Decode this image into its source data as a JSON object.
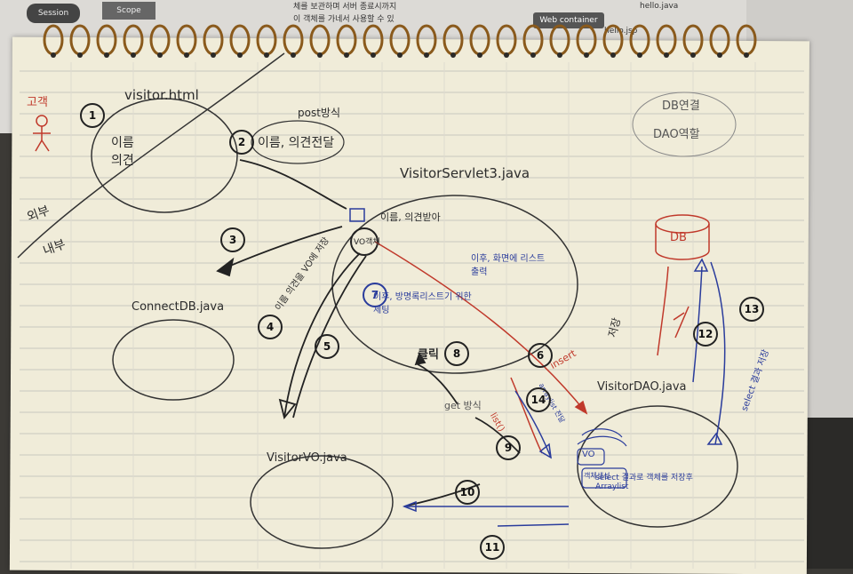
{
  "background_doc": {
    "line1": "체를 보관하며 서버 종료시까지",
    "line2": "이 객체를 가네서 사용할 수 있",
    "scope_label": "Scope",
    "session_label": "Session",
    "web_container_label": "Web container",
    "hello_jsp": "hello.jsp",
    "hello_java": "hello.java"
  },
  "notes": {
    "customer": "고객",
    "outside": "외부",
    "inside": "내부",
    "visitor_html": "visitor.html",
    "name_opinion": "이름\n의견",
    "post_method": "post방식",
    "send_name_opinion": "이름, 의견전달",
    "servlet_title": "VisitorServlet3.java",
    "receive_name_opinion": "이름, 의견받아",
    "vo_create": "VO객체",
    "name_opinion_to_vo": "이름 의견을 VO에 저장",
    "servlet_note_7": "이후, 방명록리스트기 위한 세팅",
    "servlet_note_14": "이후, 화면에 리스트 출력",
    "get_method": "get 방식",
    "click": "클릭",
    "insert": "insert",
    "list": "list()",
    "connectdb": "ConnectDB.java",
    "visitorvo": "VisitorVO.java",
    "visitordao": "VisitorDAO.java",
    "db_role": "DB연결",
    "dao_role": "DAO역할",
    "db": "DB",
    "save": "저장",
    "select_save": "select 결과 저장",
    "dao_note_13": "select 결과로 객체를 저장후 Arraylist",
    "vo_in_dao": "VO",
    "objects_list": "객체생성",
    "blue_arrow_note": "arraylist 전달"
  },
  "step_numbers": [
    "1",
    "2",
    "3",
    "4",
    "5",
    "6",
    "7",
    "8",
    "9",
    "10",
    "11",
    "12",
    "13",
    "14"
  ]
}
